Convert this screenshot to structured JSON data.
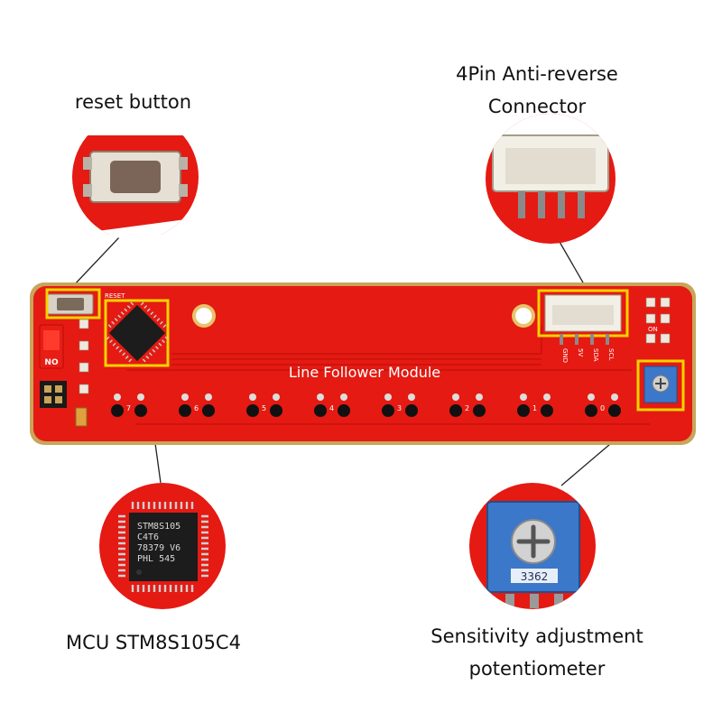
{
  "callouts": {
    "reset": "reset button",
    "connector_line1": "4Pin Anti-reverse",
    "connector_line2": "Connector",
    "mcu": "MCU STM8S105C4",
    "pot_line1": "Sensitivity adjustment",
    "pot_line2": "potentiometer"
  },
  "board": {
    "title": "Line Follower Module",
    "reset_silk": "RESET",
    "switch_silk": "NO",
    "on_silk": "ON",
    "pins": [
      "GND",
      "5V",
      "SDA",
      "SCL"
    ],
    "channels": [
      "7",
      "6",
      "5",
      "4",
      "3",
      "2",
      "1",
      "0"
    ]
  },
  "chip": {
    "line1": "STM8S105",
    "line2": "C4T6",
    "line3": "78379 V6",
    "line4": "PHL  545"
  },
  "potentiometer": {
    "code": "3362"
  },
  "colors": {
    "pcb": "#e51a12",
    "pcb_dark": "#b50f0b",
    "highlight": "#f4d300",
    "gold": "#c8a55a",
    "connector": "#f2efe6",
    "pot_blue": "#3b78c9"
  }
}
